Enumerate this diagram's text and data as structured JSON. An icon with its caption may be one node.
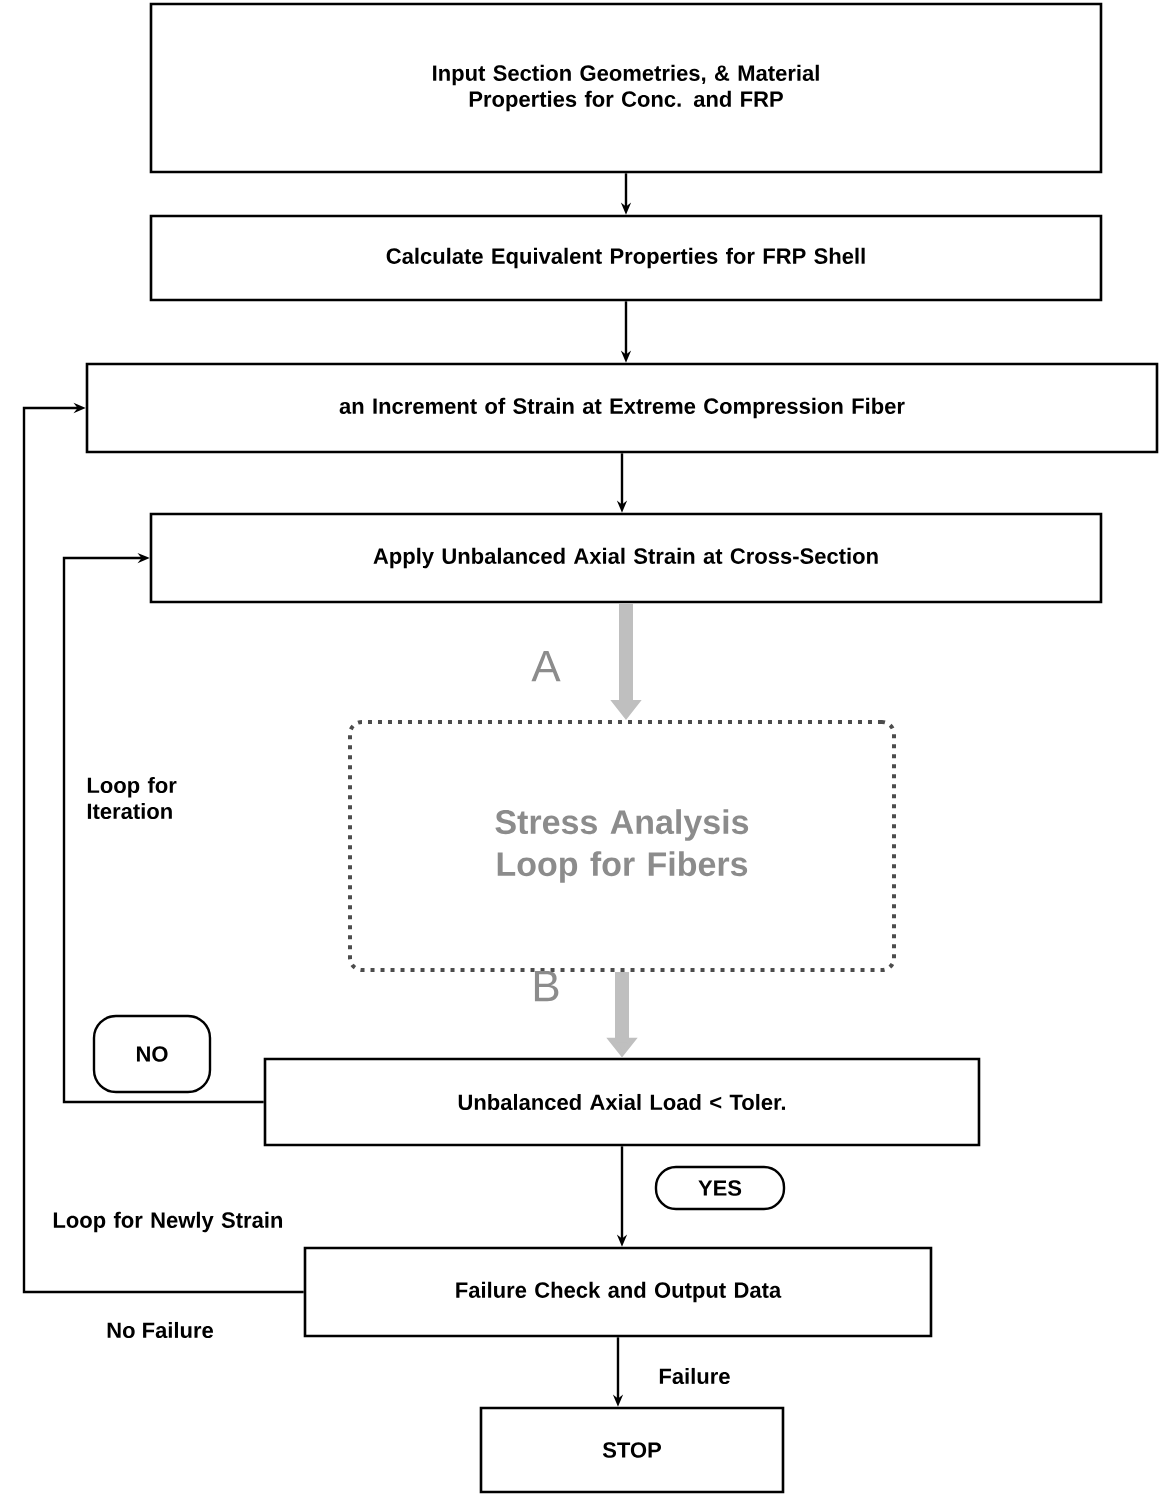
{
  "diagram": {
    "nodes": [
      {
        "text": [
          "Input Section Geometries, & Material Properties for Conc. and FRP"
        ]
      },
      {
        "text": [
          "Calculate Equivalent Properties for FRP Shell"
        ]
      },
      {
        "text": [
          "an Increment of Strain at Extreme Compression  Fiber"
        ]
      },
      {
        "text": [
          "Apply Unbalanced Axial Strain at Cross-Section"
        ]
      },
      {
        "text": [
          "Stress Analysis Loop for Fibers"
        ]
      },
      {
        "text": [
          "Unbalanced Axial Load < Toler."
        ]
      },
      {
        "text": [
          "Failure Check and Output Data"
        ]
      },
      {
        "text": [
          "STOP"
        ]
      }
    ],
    "edges": [
      {
        "from": 0,
        "to": 1,
        "arrow": "to"
      },
      {
        "from": 1,
        "to": 2,
        "arrow": "to"
      },
      {
        "from": 2,
        "to": 3,
        "arrow": "to"
      },
      {
        "from": 3,
        "to": 4,
        "arrow": "to",
        "style": "thick",
        "color": "#bfbfbf",
        "label": "A"
      },
      {
        "from": 4,
        "to": 5,
        "arrow": "to",
        "style": "thick",
        "color": "#bfbfbf",
        "label": "B"
      },
      {
        "from": 5,
        "to": 3,
        "arrow": "to",
        "label": "NO"
      },
      {
        "from": 5,
        "to": 6,
        "arrow": "to",
        "label": "YES"
      },
      {
        "from": 6,
        "to": 2,
        "arrow": "to",
        "label": "No Failure"
      },
      {
        "from": 6,
        "to": 7,
        "arrow": "to",
        "label": "Failure"
      }
    ],
    "labels": [
      "Loop for Iteration",
      "Loop for Newly Strain"
    ]
  }
}
